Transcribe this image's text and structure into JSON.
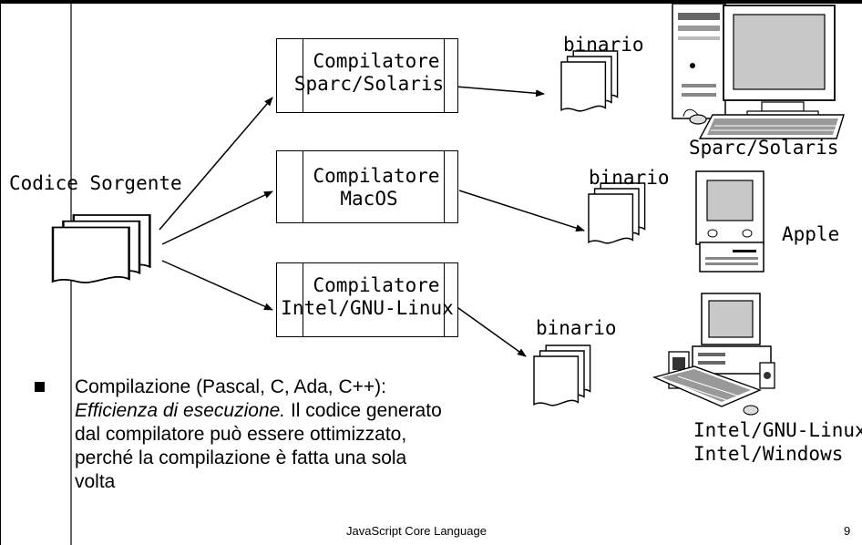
{
  "diagram": {
    "source_label": "Codice Sorgente",
    "compilers": [
      {
        "line1": "Compilatore",
        "line2": "Sparc/Solaris"
      },
      {
        "line1": "Compilatore",
        "line2": "MacOS"
      },
      {
        "line1": "Compilatore",
        "line2": "Intel/GNU-Linux"
      }
    ],
    "binaries": [
      "binario",
      "binario",
      "binario"
    ],
    "platforms": [
      "Sparc/Solaris",
      "Apple",
      "Intel/GNU-Linux",
      "Intel/Windows"
    ]
  },
  "bullet": {
    "line1": "Compilazione (Pascal, C, Ada, C++):",
    "italic": "Efficienza di esecuzione.",
    "line2_rest": " Il codice generato",
    "line3": "dal compilatore può essere ottimizzato,",
    "line4": "perché la compilazione è fatta una sola",
    "line5": "volta"
  },
  "footer": {
    "title": "JavaScript Core Language",
    "page": "9"
  }
}
